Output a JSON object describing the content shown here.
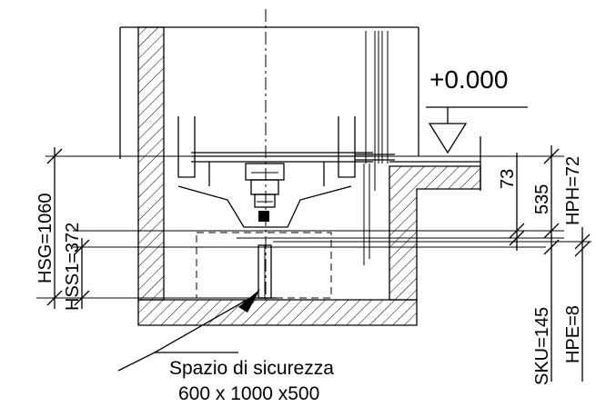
{
  "elevation_label": "+0.000",
  "dimensions": {
    "hsg": "HSG=1060",
    "hss1": "HSS1=372",
    "d73": "73",
    "d535": "535",
    "hph": "HPH=72",
    "sku": "SKU=145",
    "hpe": "HPE=8"
  },
  "safety_space": {
    "line1": "Spazio di sicurezza",
    "line2": "600 x 1000 x500"
  }
}
